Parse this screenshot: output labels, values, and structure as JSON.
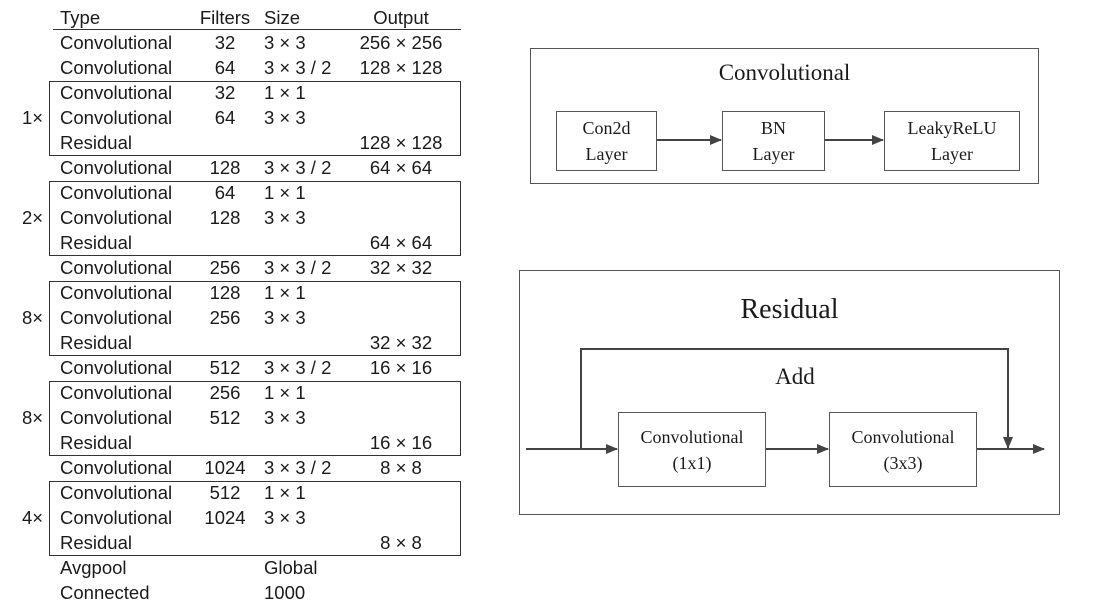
{
  "table": {
    "headers": {
      "type": "Type",
      "filters": "Filters",
      "size": "Size",
      "output": "Output"
    },
    "rows": [
      {
        "type": "Convolutional",
        "filters": "32",
        "size": "3 × 3",
        "output": "256 × 256"
      },
      {
        "type": "Convolutional",
        "filters": "64",
        "size": "3 × 3 / 2",
        "output": "128 × 128"
      },
      {
        "type": "Convolutional",
        "filters": "32",
        "size": "1 × 1",
        "output": ""
      },
      {
        "type": "Convolutional",
        "filters": "64",
        "size": "3 × 3",
        "output": ""
      },
      {
        "type": "Residual",
        "filters": "",
        "size": "",
        "output": "128 × 128"
      },
      {
        "type": "Convolutional",
        "filters": "128",
        "size": "3 × 3 / 2",
        "output": "64 × 64"
      },
      {
        "type": "Convolutional",
        "filters": "64",
        "size": "1 × 1",
        "output": ""
      },
      {
        "type": "Convolutional",
        "filters": "128",
        "size": "3 × 3",
        "output": ""
      },
      {
        "type": "Residual",
        "filters": "",
        "size": "",
        "output": "64 × 64"
      },
      {
        "type": "Convolutional",
        "filters": "256",
        "size": "3 × 3 / 2",
        "output": "32 × 32"
      },
      {
        "type": "Convolutional",
        "filters": "128",
        "size": "1 × 1",
        "output": ""
      },
      {
        "type": "Convolutional",
        "filters": "256",
        "size": "3 × 3",
        "output": ""
      },
      {
        "type": "Residual",
        "filters": "",
        "size": "",
        "output": "32 × 32"
      },
      {
        "type": "Convolutional",
        "filters": "512",
        "size": "3 × 3 / 2",
        "output": "16 × 16"
      },
      {
        "type": "Convolutional",
        "filters": "256",
        "size": "1 × 1",
        "output": ""
      },
      {
        "type": "Convolutional",
        "filters": "512",
        "size": "3 × 3",
        "output": ""
      },
      {
        "type": "Residual",
        "filters": "",
        "size": "",
        "output": "16 × 16"
      },
      {
        "type": "Convolutional",
        "filters": "1024",
        "size": "3 × 3 / 2",
        "output": "8 × 8"
      },
      {
        "type": "Convolutional",
        "filters": "512",
        "size": "1 × 1",
        "output": ""
      },
      {
        "type": "Convolutional",
        "filters": "1024",
        "size": "3 × 3",
        "output": ""
      },
      {
        "type": "Residual",
        "filters": "",
        "size": "",
        "output": "8 × 8"
      },
      {
        "type": "Avgpool",
        "filters": "",
        "size": "Global",
        "output": ""
      },
      {
        "type": "Connected",
        "filters": "",
        "size": "1000",
        "output": ""
      }
    ],
    "blocks": [
      {
        "multiplier": "1×"
      },
      {
        "multiplier": "2×"
      },
      {
        "multiplier": "8×"
      },
      {
        "multiplier": "8×"
      },
      {
        "multiplier": "4×"
      }
    ]
  },
  "conv_diagram": {
    "title": "Convolutional",
    "nodes": [
      {
        "line1": "Con2d",
        "line2": "Layer"
      },
      {
        "line1": "BN",
        "line2": "Layer"
      },
      {
        "line1": "LeakyReLU",
        "line2": "Layer"
      }
    ]
  },
  "residual_diagram": {
    "title": "Residual",
    "add_label": "Add",
    "nodes": [
      {
        "line1": "Convolutional",
        "line2": "(1x1)"
      },
      {
        "line1": "Convolutional",
        "line2": "(3x3)"
      }
    ]
  },
  "colors": {
    "stroke": "#444444",
    "text": "#1a1a1a"
  }
}
